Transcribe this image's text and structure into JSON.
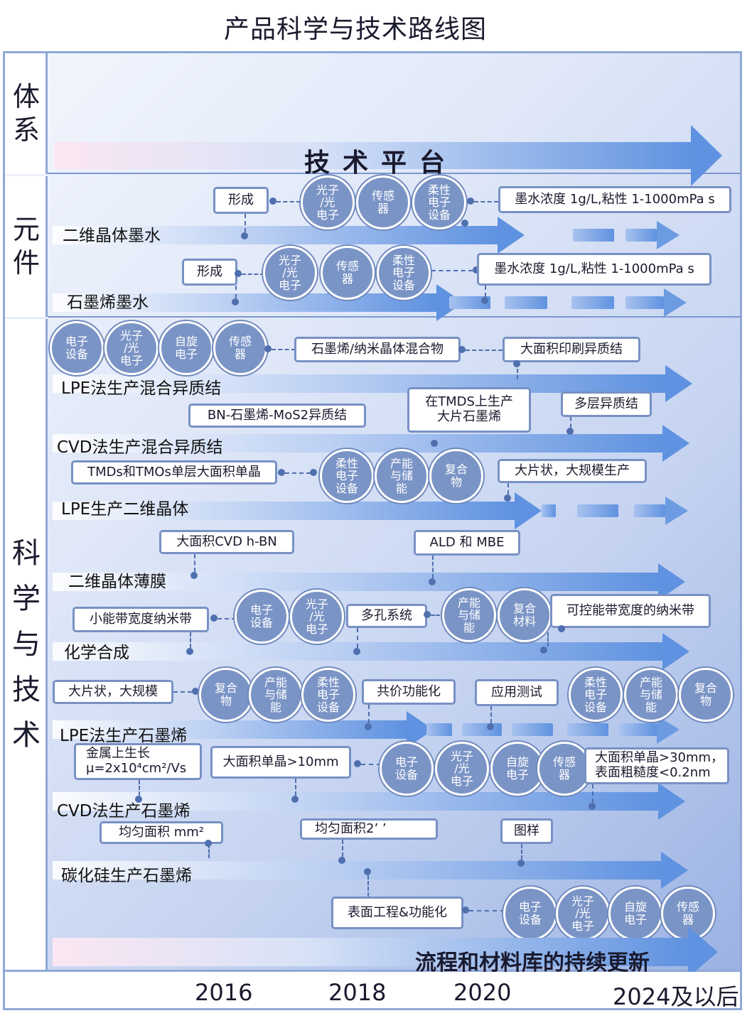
{
  "title": "产品科学与技术路线图",
  "sections": {
    "system": "体系",
    "component": "元件",
    "science": "科学与技术"
  },
  "platform": "技术平台",
  "footer": "流程和材料库的持续更新",
  "years": [
    "2016",
    "2018",
    "2020",
    "2024及以后"
  ],
  "rows": {
    "r1": "二维晶体墨水",
    "r2": "石墨烯墨水",
    "r3": "LPE法生产混合异质结",
    "r4": "CVD法生产混合异质结",
    "r5": "LPE生产二维晶体",
    "r6": "二维晶体薄膜",
    "r7": "化学合成",
    "r8": "LPE法生产石墨烯",
    "r9": "CVD法生产石墨烯",
    "r10": "碳化硅生产石墨烯"
  },
  "boxes": {
    "formation": "形成",
    "ink_spec": "墨水浓度 1g/L,粘性 1-1000mPa s",
    "graphene_nano_mix": "石墨烯/纳米晶体混合物",
    "large_print_hetero": "大面积印刷异质结",
    "bn_mos2": "BN-石墨烯-MoS2异质结",
    "tmds_large_l1": "在TMDS上生产",
    "tmds_large_l2": "大片石墨烯",
    "multilayer_hetero": "多层异质结",
    "tmds_tmos": "TMDs和TMOs单层大面积单晶",
    "large_flake_scale": "大片状，大规模生产",
    "cvd_hbn": "大面积CVD h-BN",
    "ald_mbe": "ALD 和 MBE",
    "small_gap_ribbon": "小能带宽度纳米带",
    "porous": "多孔系统",
    "tunable_ribbon": "可控能带宽度的纳米带",
    "large_flake": "大片状，大规模",
    "covalent": "共价功能化",
    "app_test": "应用测试",
    "metal_growth_l1": "金属上生长",
    "metal_growth_l2": "μ=2x10⁴cm²/Vs",
    "single_crystal_10": "大面积单晶>10mm",
    "single_crystal_30_l1": "大面积单晶>30mm，",
    "single_crystal_30_l2": "表面粗糙度<0.2nm",
    "uniform_mm2": "均匀面积 mm²",
    "uniform_2": "均匀面积2’ ’",
    "patterning": "图样",
    "surface_eng": "表面工程&功能化"
  },
  "circles": {
    "electronic": "电子\n设备",
    "photonic": "光子\n/光\n电子",
    "sensor": "传感\n器",
    "flexible": "柔性\n电子\n设备",
    "spintronic": "自旋\n电子",
    "energy": "产能\n与储\n能",
    "composite": "复合\n物",
    "composite_mat": "复合\n材料"
  }
}
